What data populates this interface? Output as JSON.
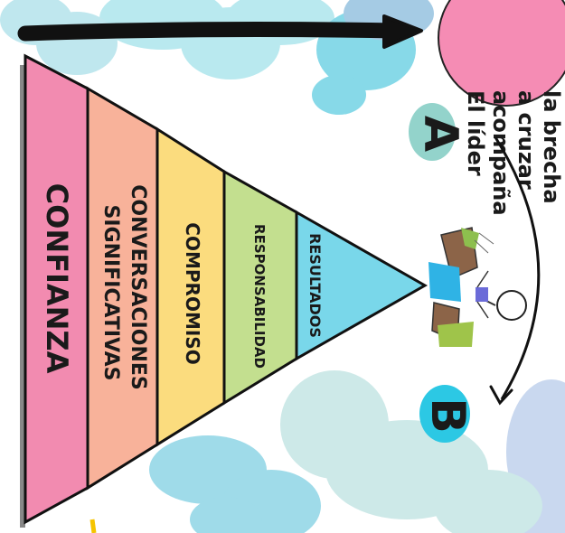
{
  "pyramid": {
    "levels": [
      {
        "label": "CONFIANZA",
        "color": "#f28bb0"
      },
      {
        "label_line1": "CONVERSACIONES",
        "label_line2": "SIGNIFICATIVAS",
        "color": "#f8b29a"
      },
      {
        "label": "COMPROMISO",
        "color": "#fbdc7e"
      },
      {
        "label": "RESPONSABILIDAD",
        "color": "#c3df8f"
      },
      {
        "label": "RESULTADOS",
        "color": "#79d7ea"
      }
    ]
  },
  "markers": {
    "a": "A",
    "b": "B",
    "a_color": "#93d3cb",
    "b_color": "#2cc8e4"
  },
  "note": {
    "line1": "El líder",
    "line2": "acompaña",
    "line3": "a cruzar",
    "line4": "la brecha",
    "color": "#f58cb4"
  }
}
